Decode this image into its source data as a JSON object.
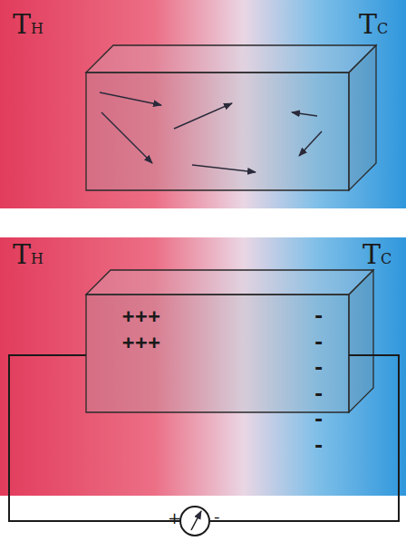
{
  "diagram": {
    "nodes": [
      {
        "text": [
          "+++ +++",
          "--- ---"
        ]
      }
    ],
    "labels": [
      "TH",
      "TC",
      "TH",
      "TC",
      "+",
      "-"
    ]
  }
}
